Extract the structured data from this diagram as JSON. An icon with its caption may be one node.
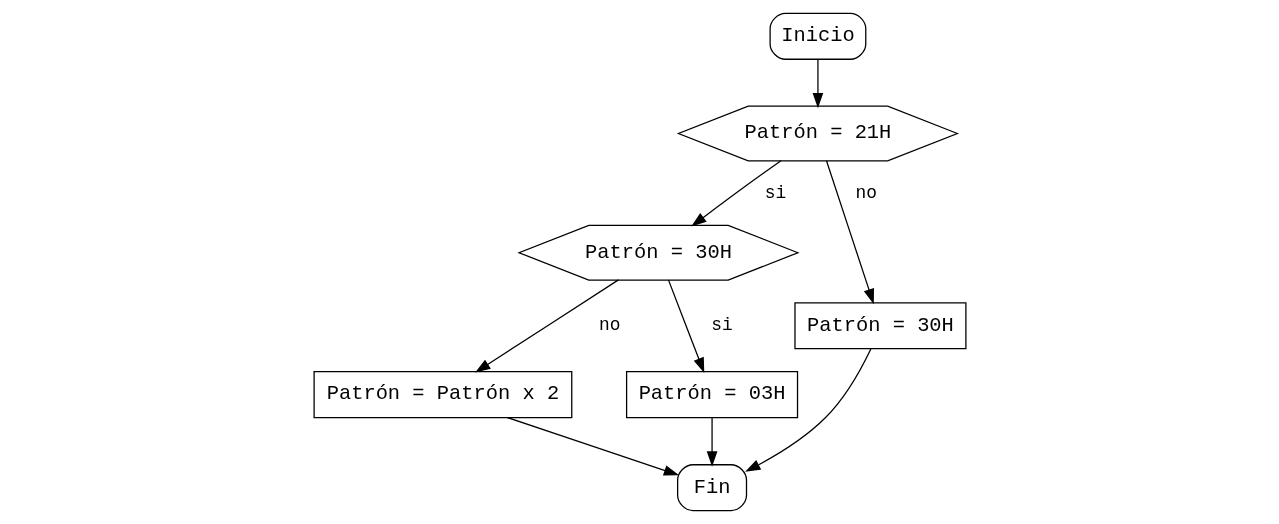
{
  "diagram": {
    "nodes": [
      {
        "text": [
          "Inicio"
        ]
      },
      {
        "text": [
          "Patrón = 21H"
        ]
      },
      {
        "text": [
          "Patrón = 30H"
        ]
      },
      {
        "text": [
          "Patrón = 30H"
        ]
      },
      {
        "text": [
          "Patrón = 03H"
        ]
      },
      {
        "text": [
          "Patrón = Patrón x 2"
        ]
      },
      {
        "text": [
          "Fin"
        ]
      }
    ],
    "edges": [
      {
        "from": 0,
        "to": 1,
        "arrow": "to"
      },
      {
        "from": 1,
        "to": 2,
        "arrow": "to",
        "label": "si"
      },
      {
        "from": 1,
        "to": 3,
        "arrow": "to",
        "label": "no"
      },
      {
        "from": 2,
        "to": 5,
        "arrow": "to",
        "label": "no"
      },
      {
        "from": 2,
        "to": 4,
        "arrow": "to",
        "label": "si"
      },
      {
        "from": 5,
        "to": 6,
        "arrow": "to"
      },
      {
        "from": 4,
        "to": 6,
        "arrow": "to"
      },
      {
        "from": 3,
        "to": 6,
        "arrow": "to"
      }
    ]
  }
}
